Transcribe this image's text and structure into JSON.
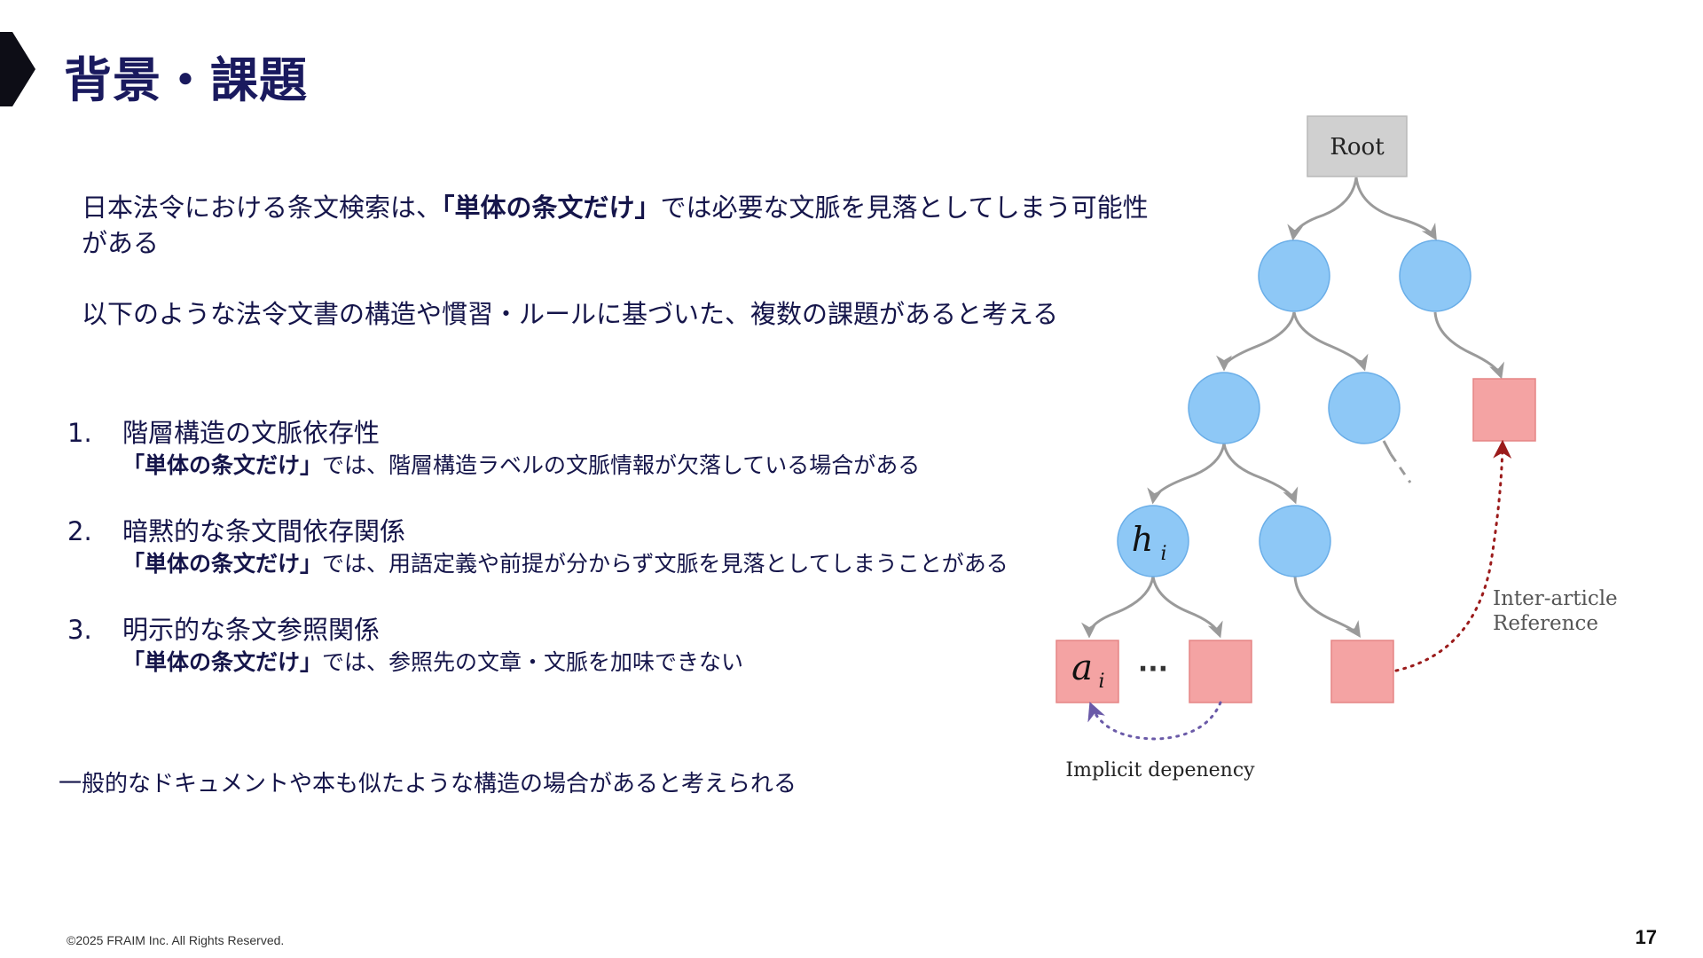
{
  "slide": {
    "title": "背景・課題",
    "page_number": "17",
    "footer": "©2025 FRAIM Inc. All Rights Reserved."
  },
  "intro": {
    "p1_pre": "日本法令における条文検索は、",
    "p1_bold": "「単体の条文だけ」",
    "p1_post": "では必要な文脈を見落としてしまう可能性がある",
    "p2": "以下のような法令文書の構造や慣習・ルールに基づいた、複数の課題があると考える"
  },
  "issues": [
    {
      "num": "1.",
      "title": "階層構造の文脈依存性",
      "desc_bold": "「単体の条文だけ」",
      "desc": "では、階層構造ラベルの文脈情報が欠落している場合がある"
    },
    {
      "num": "2.",
      "title": "暗黙的な条文間依存関係",
      "desc_bold": "「単体の条文だけ」",
      "desc": "では、用語定義や前提が分からず文脈を見落としてしまうことがある"
    },
    {
      "num": "3.",
      "title": "明示的な条文参照関係",
      "desc_bold": "「単体の条文だけ」",
      "desc": "では、参照先の文章・文脈を加味できない"
    }
  ],
  "conclusion": "一般的なドキュメントや本も似たような構造の場合があると考えられる",
  "diagram": {
    "root_label": "Root",
    "h_label": "h",
    "h_subscript": "i",
    "a_label": "a",
    "a_subscript": "i",
    "ellipsis": "···",
    "inter_article_line1": "Inter-article",
    "inter_article_line2": "Reference",
    "implicit_label": "Implicit depenency",
    "colors": {
      "circle_node": "#8ec8f6",
      "square_node": "#f4a3a3",
      "root_box": "#d0d0d0",
      "inter_article_arrow": "#9b1b1b",
      "implicit_arrow": "#6a5aa8"
    }
  }
}
